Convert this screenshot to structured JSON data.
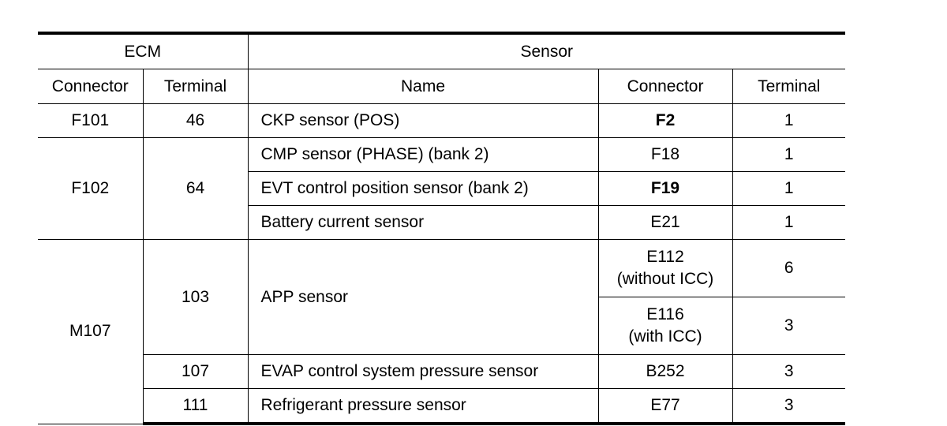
{
  "table": {
    "group_headers": {
      "ecm": "ECM",
      "sensor": "Sensor"
    },
    "column_headers": {
      "ecm_connector": "Connector",
      "ecm_terminal": "Terminal",
      "sensor_name": "Name",
      "sensor_connector": "Connector",
      "sensor_terminal": "Terminal"
    },
    "rows": [
      {
        "ecm_connector": "F101",
        "ecm_terminal": "46",
        "name": "CKP sensor (POS)",
        "sensor_connector": "F2",
        "sensor_terminal": "1"
      },
      {
        "ecm_connector": "F102",
        "ecm_terminal": "64",
        "name": "CMP sensor (PHASE) (bank 2)",
        "sensor_connector": "F18",
        "sensor_terminal": "1"
      },
      {
        "name": "EVT control position sensor (bank 2)",
        "sensor_connector": "F19",
        "sensor_terminal": "1"
      },
      {
        "name": "Battery current sensor",
        "sensor_connector": "E21",
        "sensor_terminal": "1"
      },
      {
        "ecm_connector": "M107",
        "ecm_terminal": "103",
        "name": "APP sensor",
        "sensor_connector_line1": "E112",
        "sensor_connector_line2": "(without ICC)",
        "sensor_terminal": "6"
      },
      {
        "sensor_connector_line1": "E116",
        "sensor_connector_line2": "(with ICC)",
        "sensor_terminal": "3"
      },
      {
        "ecm_terminal": "107",
        "name": "EVAP control system pressure sensor",
        "sensor_connector": "B252",
        "sensor_terminal": "3"
      },
      {
        "ecm_terminal": "111",
        "name": "Refrigerant pressure sensor",
        "sensor_connector": "E77",
        "sensor_terminal": "3"
      }
    ]
  }
}
